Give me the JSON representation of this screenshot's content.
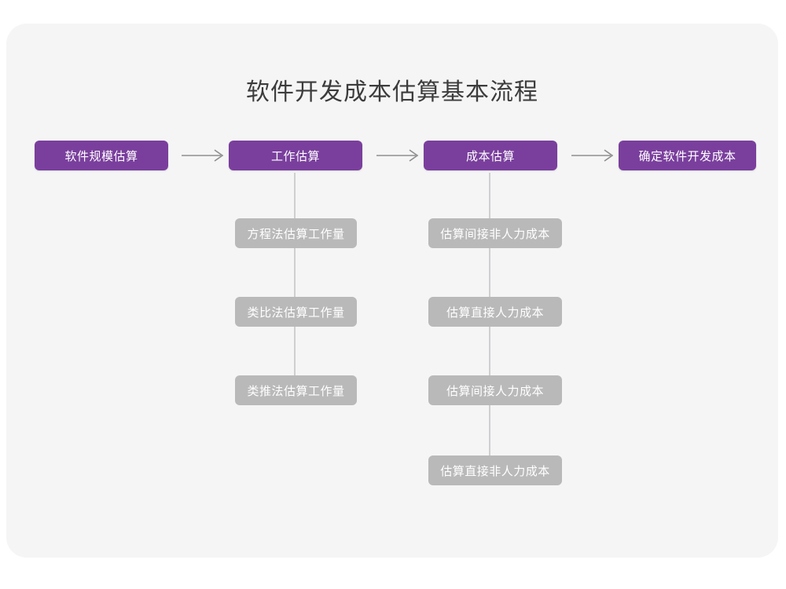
{
  "chart_data": {
    "type": "diagram",
    "title": "软件开发成本估算基本流程",
    "diagram_kind": "flowchart",
    "orientation": "left-to-right with vertical sub-branches",
    "main_flow": [
      {
        "id": "n1",
        "label": "软件规模估算",
        "style": "primary"
      },
      {
        "id": "n2",
        "label": "工作估算",
        "style": "primary"
      },
      {
        "id": "n3",
        "label": "成本估算",
        "style": "primary"
      },
      {
        "id": "n4",
        "label": "确定软件开发成本",
        "style": "primary"
      }
    ],
    "branches": [
      {
        "parent": "n2",
        "items": [
          {
            "label": "方程法估算工作量",
            "style": "secondary"
          },
          {
            "label": "类比法估算工作量",
            "style": "secondary"
          },
          {
            "label": "类推法估算工作量",
            "style": "secondary"
          }
        ]
      },
      {
        "parent": "n3",
        "items": [
          {
            "label": "估算间接非人力成本",
            "style": "secondary"
          },
          {
            "label": "估算直接人力成本",
            "style": "secondary"
          },
          {
            "label": "估算间接人力成本",
            "style": "secondary"
          },
          {
            "label": "估算直接非人力成本",
            "style": "secondary"
          }
        ]
      }
    ],
    "connectors": {
      "horizontal_arrows": 3,
      "arrow_glyph": "→",
      "vertical_lines": 2
    },
    "colors": {
      "page_background": "#ffffff",
      "card_background": "#f5f5f6",
      "primary_node": "#7a3f9d",
      "secondary_node": "#b9b9b9",
      "node_text": "#ffffff",
      "title_text": "#3c3c3c",
      "connector": "#9a9a9a",
      "vertical_connector": "#cfcfcf"
    }
  }
}
